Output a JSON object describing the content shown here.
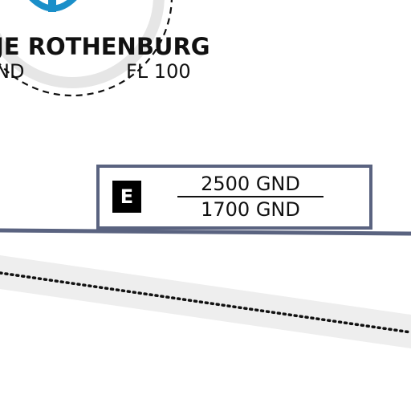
{
  "airport": {
    "name": "JE ROTHENBURG",
    "ctr_lower_limit": "ND",
    "ctr_upper_limit": "FL 100",
    "symbol_color": "#1a8fc9"
  },
  "airspace": {
    "class": "E",
    "upper_limit": "2500 GND",
    "lower_limit": "1700 GND",
    "border_color": "#5a6380"
  },
  "features": {
    "boundary_line": "airspace-boundary",
    "dotted_route": "dotted-route-line",
    "band_color": "#eeeeee"
  }
}
